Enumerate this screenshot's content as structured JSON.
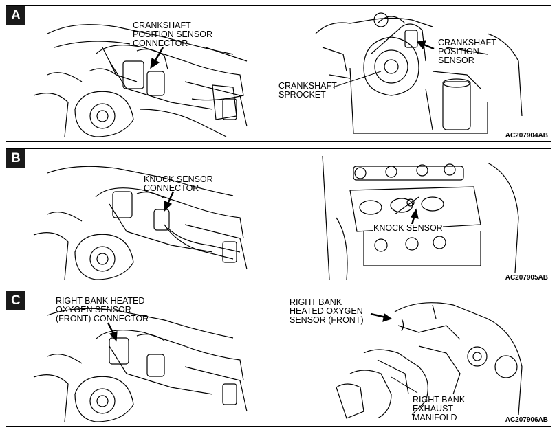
{
  "panels": [
    {
      "letter": "A",
      "code": "AC207904AB",
      "labels": {
        "left_1": "CRANKSHAFT",
        "left_2": "POSITION SENSOR",
        "left_3": "CONNECTOR",
        "right_1": "CRANKSHAFT",
        "right_2": "POSITION",
        "right_3": "SENSOR",
        "sprocket_1": "CRANKSHAFT",
        "sprocket_2": "SPROCKET"
      }
    },
    {
      "letter": "B",
      "code": "AC207905AB",
      "labels": {
        "left_1": "KNOCK SENSOR",
        "left_2": "CONNECTOR",
        "right_1": "KNOCK SENSOR"
      }
    },
    {
      "letter": "C",
      "code": "AC207906AB",
      "labels": {
        "left_1": "RIGHT BANK HEATED",
        "left_2": "OXYGEN SENSOR",
        "left_3": "(FRONT) CONNECTOR",
        "right_1": "RIGHT BANK",
        "right_2": "HEATED OXYGEN",
        "right_3": "SENSOR (FRONT)",
        "manifold_1": "RIGHT BANK",
        "manifold_2": "EXHAUST",
        "manifold_3": "MANIFOLD"
      }
    }
  ]
}
